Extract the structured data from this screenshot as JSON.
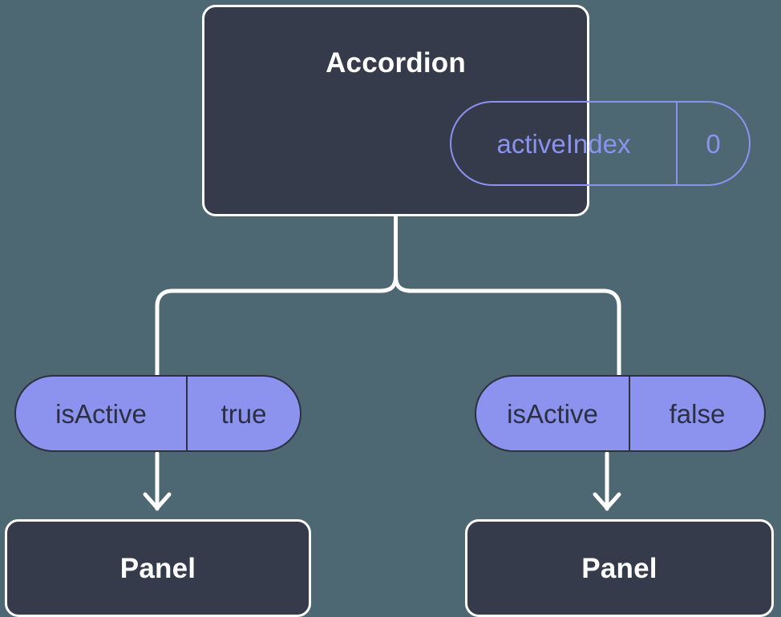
{
  "diagram": {
    "background_color": "#4d6873",
    "node_fill": "#353b4a",
    "node_border": "#ffffff",
    "accent_color": "#8b93ef",
    "pill_text_color": "#2c3040",
    "root": {
      "title": "Accordion",
      "prop": {
        "key": "activeIndex",
        "value": "0"
      }
    },
    "branches": [
      {
        "prop": {
          "key": "isActive",
          "value": "true"
        },
        "child_title": "Panel"
      },
      {
        "prop": {
          "key": "isActive",
          "value": "false"
        },
        "child_title": "Panel"
      }
    ]
  }
}
